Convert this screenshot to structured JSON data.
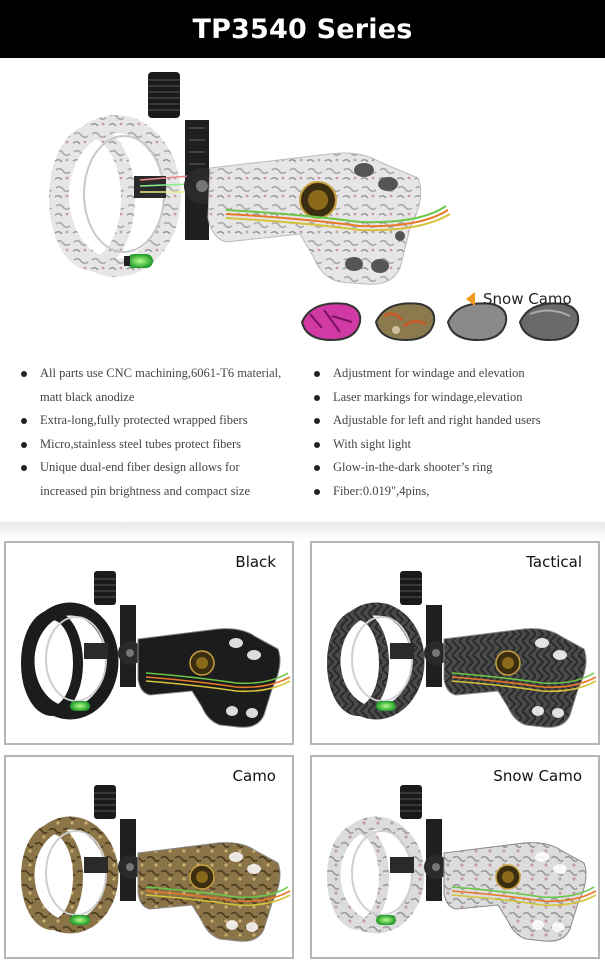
{
  "header": {
    "title": "TP3540 Series"
  },
  "hero": {
    "selected_variant": "Snow Camo",
    "swatches": [
      {
        "name": "pink-camo",
        "color": "#d13aa5"
      },
      {
        "name": "camo",
        "color": "#8a7a4e"
      },
      {
        "name": "tactical-carbon",
        "color": "#7a7a7a"
      },
      {
        "name": "black",
        "color": "#555555"
      }
    ],
    "accent_color": "#f29a1c"
  },
  "features": {
    "left": [
      [
        "All parts use CNC machining,6061-T6 material,",
        "matt black anodize"
      ],
      [
        "Extra-long,fully protected wrapped fibers"
      ],
      [
        "Micro,stainless steel tubes protect fibers"
      ],
      [
        "Unique dual-end fiber design allows for",
        "increased pin brightness and compact size"
      ]
    ],
    "right": [
      [
        "Adjustment for windage and elevation"
      ],
      [
        "Laser markings for windage,elevation"
      ],
      [
        "Adjustable for left and right handed users"
      ],
      [
        "With sight light"
      ],
      [
        "Glow-in-the-dark shooter’s ring"
      ],
      [
        "Fiber:0.019\",4pins,"
      ]
    ]
  },
  "variants": [
    {
      "label": "Black",
      "body_color": "#1c1c1c",
      "pattern": "black"
    },
    {
      "label": "Tactical",
      "body_color": "#3a3a3a",
      "pattern": "carbon"
    },
    {
      "label": "Camo",
      "body_color": "#7d6a3a",
      "pattern": "camo"
    },
    {
      "label": "Snow Camo",
      "body_color": "#d9d9d9",
      "pattern": "snow"
    }
  ]
}
